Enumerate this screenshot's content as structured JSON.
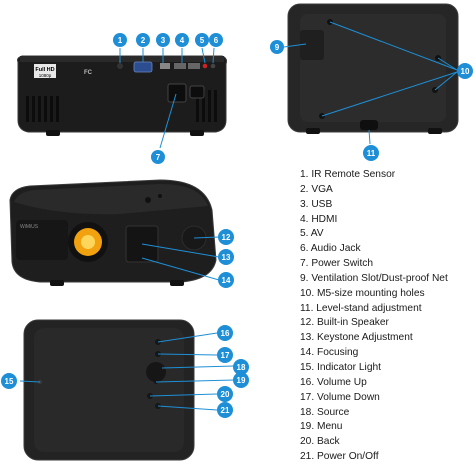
{
  "colors": {
    "callout": "#1e8fd6",
    "device_body": "#1c1c1c",
    "device_edge": "#3a3a3a",
    "lens_glow": "#f2a20f"
  },
  "back_panel": {
    "port_label_fullhd": "Full HD",
    "port_label_1080p": "1080p",
    "fc_mark": "FC",
    "callouts": [
      "1",
      "2",
      "3",
      "4",
      "5",
      "6",
      "7"
    ]
  },
  "bottom_panel": {
    "callouts": [
      "9",
      "10",
      "11"
    ]
  },
  "front_panel": {
    "brand": "WiMiUS",
    "callouts": [
      "12",
      "13",
      "14"
    ]
  },
  "top_panel": {
    "callouts": [
      "15",
      "16",
      "17",
      "18",
      "19",
      "20",
      "21"
    ]
  },
  "legend": [
    "1. IR Remote Sensor",
    "2. VGA",
    "3. USB",
    "4. HDMI",
    "5. AV",
    "6. Audio Jack",
    "7. Power Switch",
    "9. Ventilation Slot/Dust-proof Net",
    "10. M5-size mounting holes",
    "11. Level-stand adjustment",
    "12. Built-in Speaker",
    "13. Keystone Adjustment",
    "14. Focusing",
    "15. Indicator Light",
    "16. Volume Up",
    "17. Volume Down",
    "18. Source",
    "19. Menu",
    "20. Back",
    "21. Power On/Off"
  ]
}
